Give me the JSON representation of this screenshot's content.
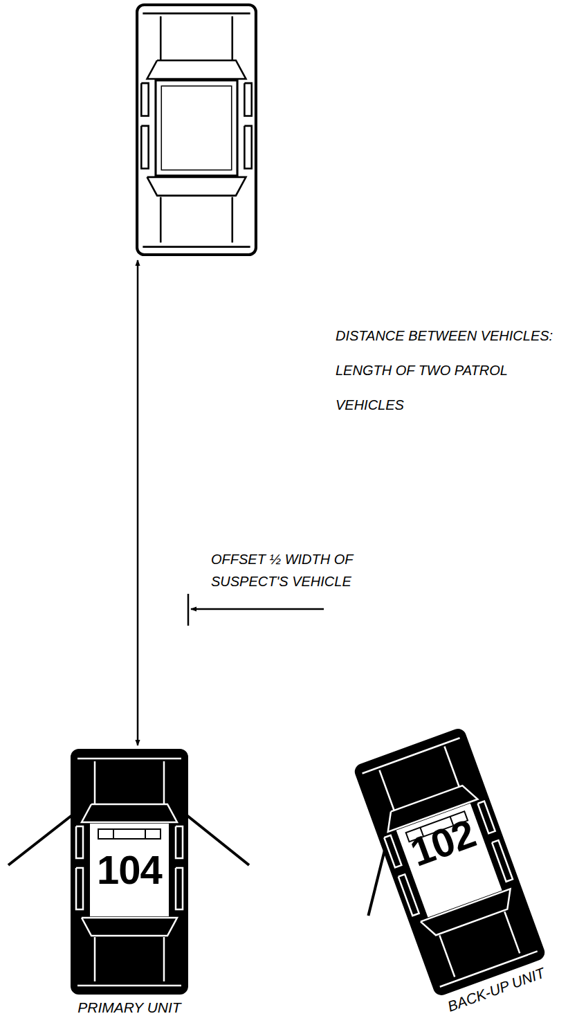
{
  "diagram": {
    "nodes": [
      {
        "text": [
          "104",
          "PRIMARY UNIT"
        ]
      },
      {
        "text": [
          "102",
          "BACK-UP UNIT"
        ]
      }
    ],
    "labels": [
      "DISTANCE BETWEEN VEHICLES: LENGTH OF TWO PATROL VEHICLES",
      "OFFSET ½ WIDTH OF SUSPECT'S VEHICLE"
    ]
  }
}
